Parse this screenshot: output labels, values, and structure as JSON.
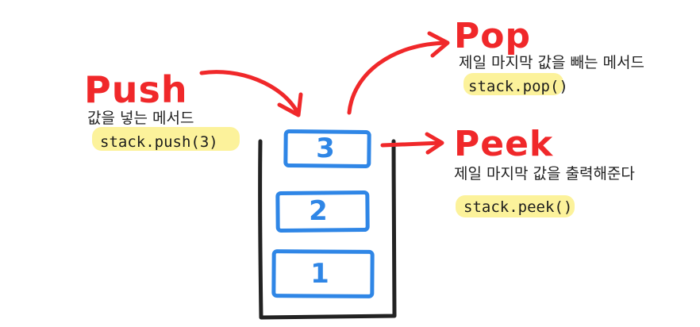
{
  "colors": {
    "accent": "#f0282a",
    "stack_box": "#2f86e6",
    "container": "#222222",
    "highlight": "#fbf08a"
  },
  "push": {
    "title": "Push",
    "description": "값을 넣는 메서드",
    "code": "stack.push(3)"
  },
  "pop": {
    "title": "Pop",
    "description": "제일 마지막 값을  빼는 메서드",
    "code": "stack.pop()"
  },
  "peek": {
    "title": "Peek",
    "description": "제일 마지막 값을 출력해준다",
    "code": "stack.peek()"
  },
  "stack": {
    "items": [
      "3",
      "2",
      "1"
    ]
  }
}
